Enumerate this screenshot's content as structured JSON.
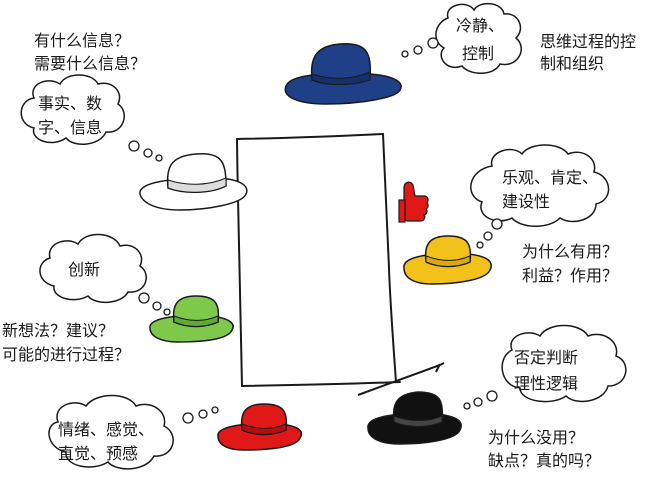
{
  "hats": {
    "blue": {
      "color": "#1f3f86",
      "band": "#16306a",
      "cloud_text": [
        "冷静、",
        "控制"
      ],
      "side_text": [
        "思维过程的控",
        "制和组织"
      ]
    },
    "white": {
      "color": "#ffffff",
      "band": "#dddddd",
      "cloud_text": [
        "事实、数",
        "字、信息"
      ],
      "side_text": [
        "有什么信息？",
        "需要什么信息？"
      ]
    },
    "yellow": {
      "color": "#f2c21a",
      "band": "#d9a90f",
      "cloud_text": [
        "乐观、肯定、",
        "建设性"
      ],
      "side_text": [
        "为什么有用？",
        "利益？作用？"
      ]
    },
    "green": {
      "color": "#7ec84a",
      "band": "#5faa32",
      "cloud_text": [
        "创新"
      ],
      "side_text": [
        "新想法？建议？",
        "可能的进行过程？"
      ]
    },
    "red": {
      "color": "#e01818",
      "band": "#b80d0d",
      "cloud_text": [
        "情绪、感觉、",
        "直觉、预感"
      ],
      "side_text": []
    },
    "black": {
      "color": "#111111",
      "band": "#444444",
      "cloud_text": [
        "否定判断",
        "理性逻辑"
      ],
      "side_text": [
        "为什么没用？",
        "缺点？真的吗？"
      ]
    }
  },
  "thumbs_up_color": "#e01818",
  "line_color": "#1a1a1a"
}
